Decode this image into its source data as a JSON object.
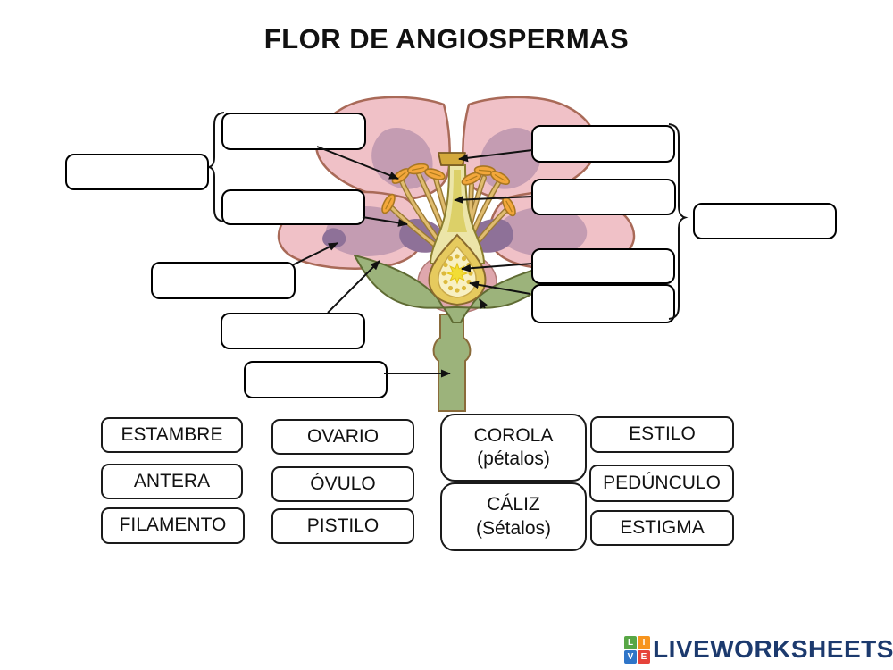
{
  "title": "FLOR DE ANGIOSPERMAS",
  "word_bank": [
    {
      "label": "ESTAMBRE"
    },
    {
      "label": "ANTERA"
    },
    {
      "label": "FILAMENTO"
    },
    {
      "label": "OVARIO"
    },
    {
      "label": "ÓVULO"
    },
    {
      "label": "PISTILO"
    },
    {
      "label": "COROLA",
      "sublabel": "(pétalos)"
    },
    {
      "label": "CÁLIZ",
      "sublabel": "(Sétalos)"
    },
    {
      "label": "ESTILO"
    },
    {
      "label": "PEDÚNCULO"
    },
    {
      "label": "ESTIGMA"
    }
  ],
  "palette": {
    "petal_pink": "#f0c1c7",
    "petal_shade_mauve": "#c49cb2",
    "petal_shade_purple": "#8e7198",
    "receptacle_pink": "#dfa7ad",
    "sepal_green": "#9cb37b",
    "filament_tan": "#e0bc6e",
    "anther_orange": "#f3a73b",
    "style_yellow": "#ece5a8",
    "ovary_yellow": "#e6ca5e"
  },
  "footer": {
    "brand": "LIVEWORKSHEETS",
    "brand_color": "#1c3a6e",
    "tiles": [
      {
        "letter": "L",
        "color": "#58a746"
      },
      {
        "letter": "I",
        "color": "#f7941d"
      },
      {
        "letter": "V",
        "color": "#2f75c8"
      },
      {
        "letter": "E",
        "color": "#e6433a"
      }
    ]
  }
}
